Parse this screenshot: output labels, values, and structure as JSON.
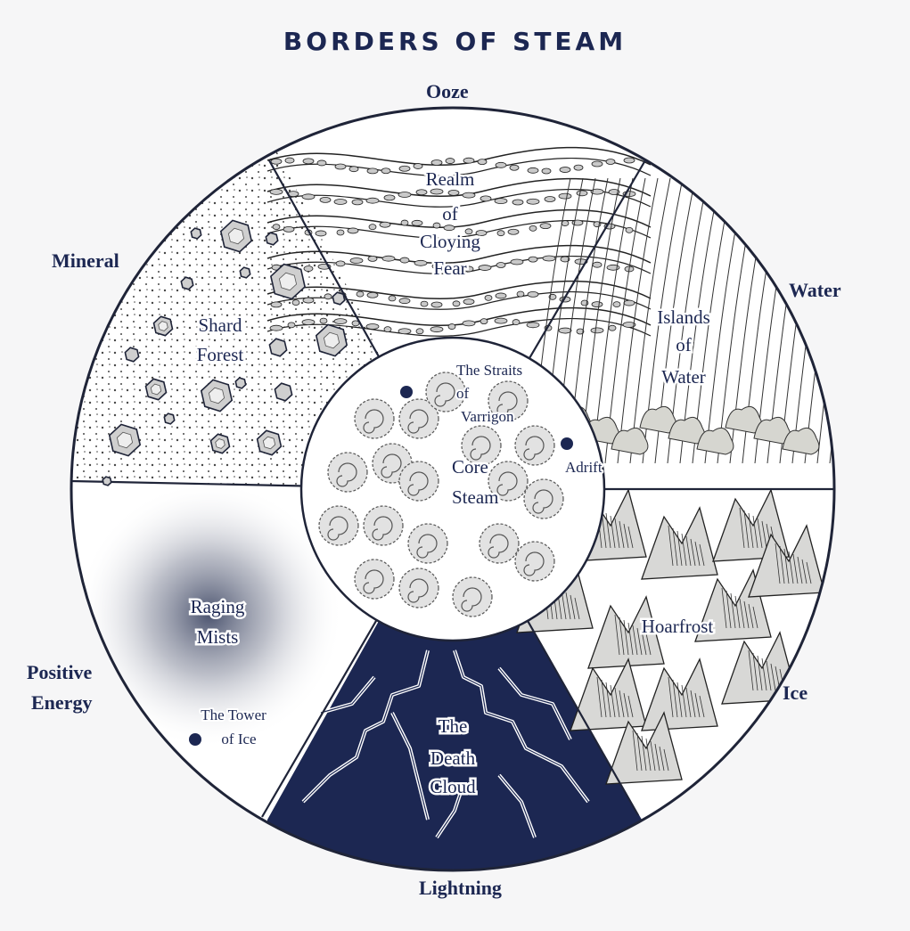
{
  "title": "BORDERS OF STEAM",
  "regions": {
    "ooze": {
      "outer": "Ooze",
      "inner": [
        "Realm",
        "of",
        "Cloying",
        "Fear"
      ]
    },
    "water": {
      "outer": "Water",
      "inner": [
        "Islands",
        "of",
        "Water"
      ]
    },
    "ice": {
      "outer": "Ice",
      "inner": [
        "Hoarfrost"
      ]
    },
    "lightning": {
      "outer": "Lightning",
      "inner": [
        "The",
        "Death",
        "Cloud"
      ]
    },
    "positive_energy": {
      "outer": [
        "Positive",
        "Energy"
      ],
      "inner": [
        "Raging",
        "Mists"
      ],
      "site": [
        "The Tower",
        "of Ice"
      ]
    },
    "mineral": {
      "outer": "Mineral",
      "inner": [
        "Shard",
        "Forest"
      ]
    }
  },
  "core": {
    "label": [
      "Core",
      "Steam"
    ],
    "sites": {
      "straits": [
        "The Straits",
        "of",
        "Varrigon"
      ],
      "adrift": "Adrift"
    }
  },
  "colors": {
    "ink": "#1c2752",
    "lightning_fill": "#1c2752"
  }
}
